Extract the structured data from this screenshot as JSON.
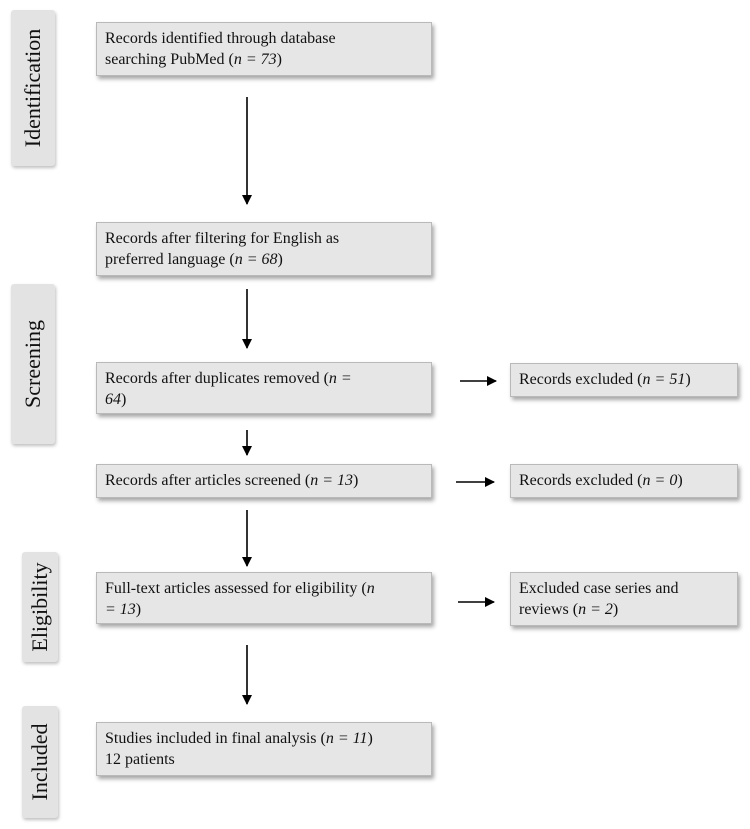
{
  "phases": [
    {
      "id": "identification",
      "label": "Identification"
    },
    {
      "id": "screening",
      "label": "Screening"
    },
    {
      "id": "eligibility",
      "label": "Eligibility"
    },
    {
      "id": "included",
      "label": "Included"
    }
  ],
  "boxes": {
    "identified": {
      "pre": "Records identified through database\nsearching PubMed (",
      "n": "n = 73",
      "post": ")"
    },
    "language": {
      "pre": "Records after filtering for English as\npreferred language (",
      "n": "n = 68",
      "post": ")"
    },
    "duplicates": {
      "pre": "Records after duplicates removed (",
      "n": "n =\n64",
      "post": ")"
    },
    "screened": {
      "pre": "Records after articles screened (",
      "n": "n = 13",
      "post": ")"
    },
    "fulltext": {
      "pre": "Full-text articles assessed for eligibility (",
      "n": "n\n= 13",
      "post": ")"
    },
    "included": {
      "pre": "Studies included in final analysis (",
      "n": "n = 11",
      "post": ")\n12 patients"
    },
    "excluded_1": {
      "pre": "Records excluded (",
      "n": "n = 51",
      "post": ")"
    },
    "excluded_2": {
      "pre": "Records excluded (",
      "n": "n = 0",
      "post": ")"
    },
    "excluded_3": {
      "pre": "Excluded case series and\nreviews (",
      "n": "n = 2",
      "post": ")"
    }
  }
}
